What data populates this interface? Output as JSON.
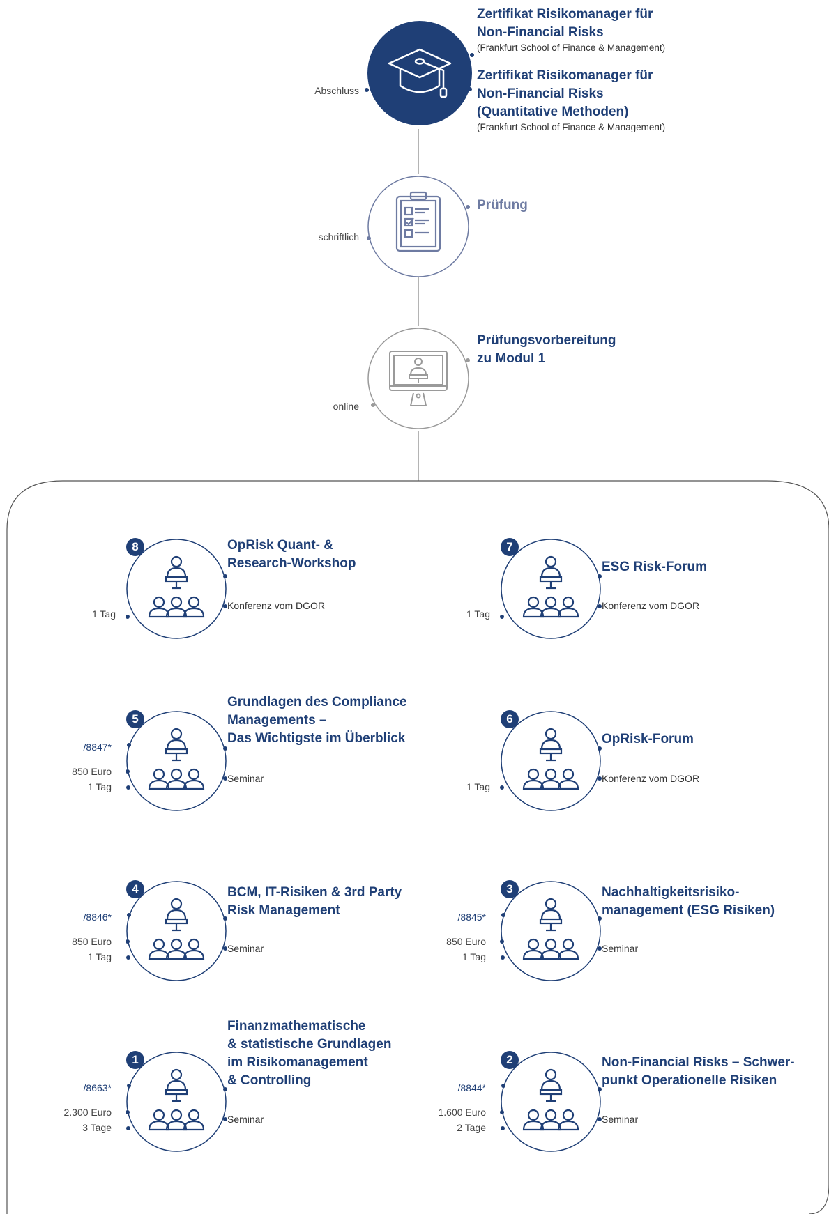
{
  "colors": {
    "navy": "#1f3f76",
    "gray": "#9a9a9a",
    "slate": "#6e7ba2"
  },
  "top": {
    "abschluss": {
      "side_label": "Abschluss",
      "title1_line1": "Zertifikat Risikomanager für",
      "title1_line2": "Non-Financial Risks",
      "sub1": "(Frankfurt School of Finance & Management)",
      "title2_line1": "Zertifikat Risikomanager für",
      "title2_line2": "Non-Financial Risks",
      "title2_line3": "(Quantitative Methoden)",
      "sub2": "(Frankfurt School of Finance & Management)",
      "icon": "graduation-cap-icon"
    },
    "pruefung": {
      "side_label": "schriftlich",
      "title": "Prüfung",
      "icon": "clipboard-checklist-icon"
    },
    "vorbereitung": {
      "side_label": "online",
      "title_line1": "Prüfungsvorbereitung",
      "title_line2": "zu Modul 1",
      "icon": "monitor-lecturer-icon"
    }
  },
  "modules": {
    "m8": {
      "number": "8",
      "title_lines": [
        "OpRisk Quant- &",
        "Research-Workshop"
      ],
      "type": "Konferenz vom DGOR",
      "code": "",
      "price": "",
      "duration": "1 Tag"
    },
    "m7": {
      "number": "7",
      "title_lines": [
        "ESG Risk-Forum"
      ],
      "type": "Konferenz vom DGOR",
      "code": "",
      "price": "",
      "duration": "1 Tag"
    },
    "m5": {
      "number": "5",
      "title_lines": [
        "Grundlagen des Compliance",
        "Managements –",
        "Das Wichtigste im Überblick"
      ],
      "type": "Seminar",
      "code": "/8847*",
      "price": "850 Euro",
      "duration": "1 Tag"
    },
    "m6": {
      "number": "6",
      "title_lines": [
        "OpRisk-Forum"
      ],
      "type": "Konferenz vom DGOR",
      "code": "",
      "price": "",
      "duration": "1 Tag"
    },
    "m4": {
      "number": "4",
      "title_lines": [
        "BCM, IT-Risiken & 3rd Party",
        "Risk Management"
      ],
      "type": "Seminar",
      "code": "/8846*",
      "price": "850 Euro",
      "duration": "1 Tag"
    },
    "m3": {
      "number": "3",
      "title_lines": [
        "Nachhaltigkeitsrisiko-",
        "management (ESG Risiken)"
      ],
      "type": "Seminar",
      "code": "/8845*",
      "price": "850 Euro",
      "duration": "1 Tag"
    },
    "m1": {
      "number": "1",
      "title_lines": [
        "Finanzmathematische",
        "& statistische Grundlagen",
        "im Risikomanagement",
        "& Controlling"
      ],
      "type": "Seminar",
      "code": "/8663*",
      "price": "2.300 Euro",
      "duration": "3 Tage"
    },
    "m2": {
      "number": "2",
      "title_lines": [
        "Non-Financial Risks – Schwer-",
        "punkt Operationelle Risiken"
      ],
      "type": "Seminar",
      "code": "/8844*",
      "price": "1.600 Euro",
      "duration": "2 Tage"
    }
  }
}
